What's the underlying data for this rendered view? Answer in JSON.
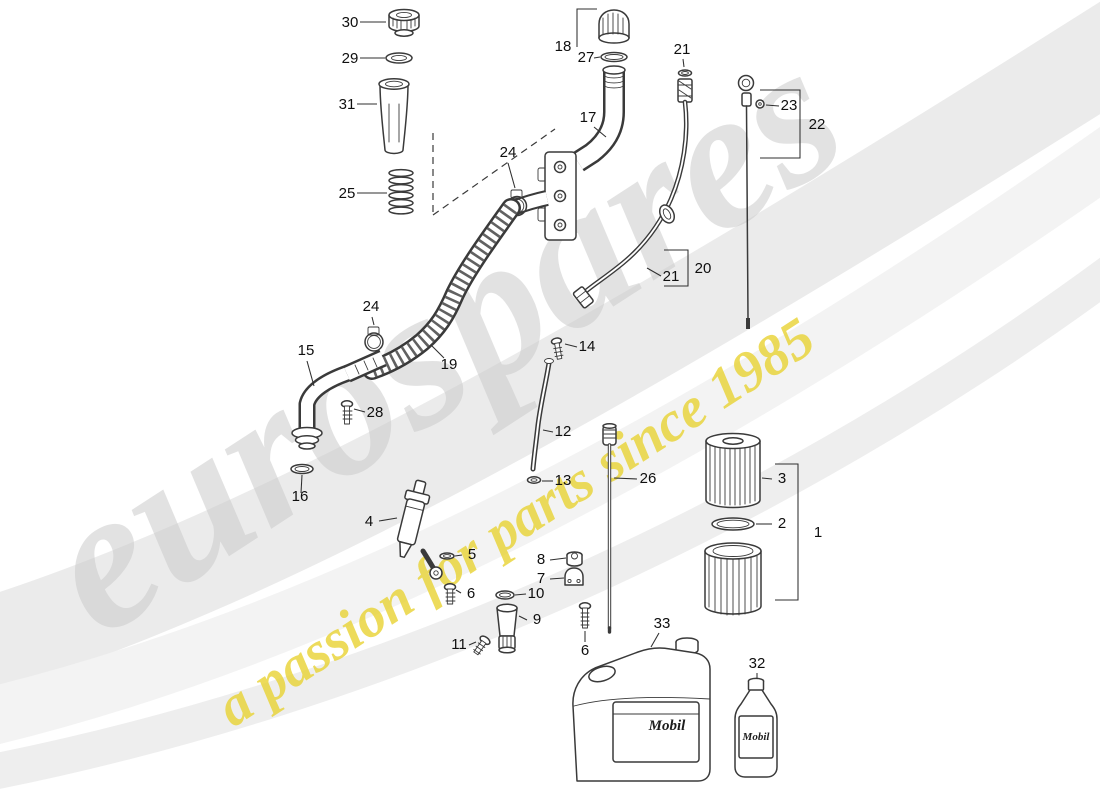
{
  "watermark": {
    "brand": "eurospares",
    "tagline": "a passion for parts since 1985"
  },
  "products": {
    "jug_label": "Mobil",
    "bottle_label": "Mobil"
  },
  "callouts": {
    "c30": "30",
    "c29": "29",
    "c31": "31",
    "c25": "25",
    "c18": "18",
    "c27": "27",
    "c17": "17",
    "c24a": "24",
    "c21a": "21",
    "c23": "23",
    "c22": "22",
    "c20": "20",
    "c21b": "21",
    "c19": "19",
    "c24b": "24",
    "c15": "15",
    "c28": "28",
    "c16": "16",
    "c14": "14",
    "c12": "12",
    "c13": "13",
    "c26": "26",
    "c4": "4",
    "c5": "5",
    "c6a": "6",
    "c8": "8",
    "c7": "7",
    "c10": "10",
    "c9": "9",
    "c11": "11",
    "c6b": "6",
    "c3": "3",
    "c2": "2",
    "c1": "1",
    "c33": "33",
    "c32": "32"
  }
}
